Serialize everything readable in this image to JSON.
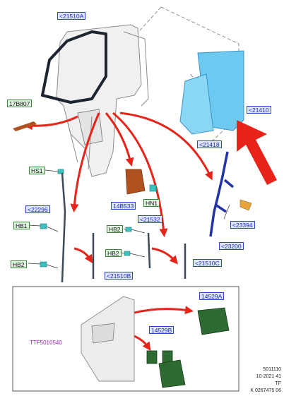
{
  "parts": {
    "window_seal": "<21510A",
    "switch_housing": "17B807",
    "door_glass": "<21410",
    "glass_run": "<21418",
    "bolt_hs1": "HS1",
    "check_strap": "<22296",
    "bolt_hb1": "HB1",
    "bolt_hb2a": "HB2",
    "bolt_hb2b": "HB2",
    "bolt_hb2c": "HB2",
    "motor": "14B533",
    "bolt_hn1": "HN1",
    "channel_upper": "<21532",
    "channel_rear": "<21510B",
    "channel_front": "<21510C",
    "regulator_bolt": "<23394",
    "regulator": "<23200",
    "switch_a": "14529A",
    "switch_b": "14529B",
    "trim_panel": "TTF5010540"
  },
  "footer": {
    "line1": "5011110",
    "line2": "10-2021 41",
    "line3": "TF",
    "line4": "K 0267475 06"
  },
  "colors": {
    "label_border": "#2b46c9",
    "green_border": "#2f8a2f",
    "arrow_red": "#e8231a",
    "glass": "#6dc9ef",
    "regulator_blue": "#2233a8",
    "motor_brown": "#b0521f",
    "switch_green": "#2e6b33"
  }
}
